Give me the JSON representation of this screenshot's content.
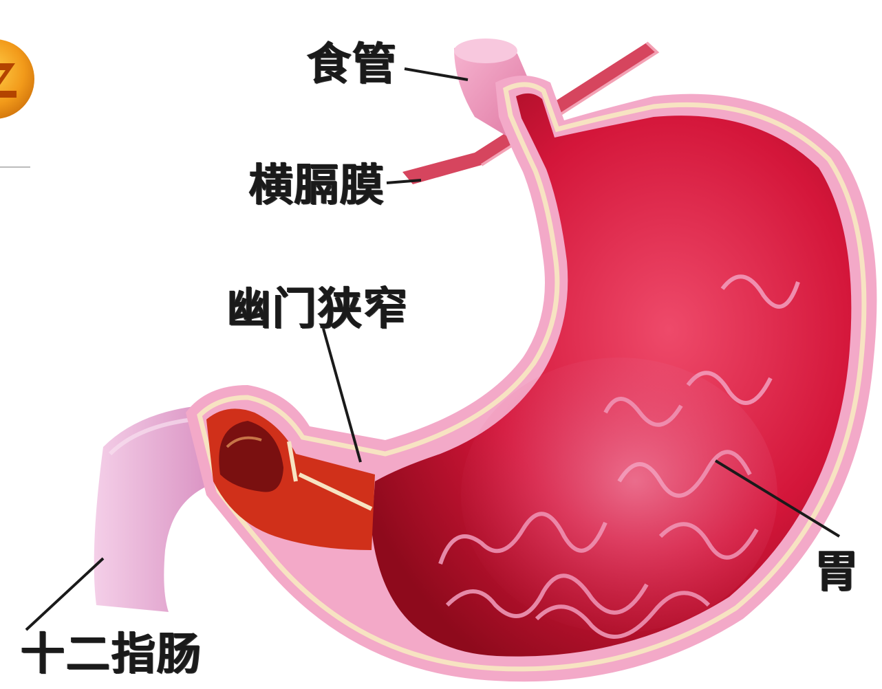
{
  "labels": {
    "esophagus": "食管",
    "diaphragm": "横膈膜",
    "pyloric_stenosis": "幽门狭窄",
    "stomach": "胃",
    "duodenum": "十二指肠"
  },
  "colors": {
    "stomach_body": "#d4163a",
    "stomach_dark": "#8e0a1c",
    "mucosa_pink": "#ef7fa6",
    "outer_wall": "#f3a9c8",
    "lining_cream": "#f7e3c2",
    "pylorus_orange": "#d0301a",
    "duodenum_pink": "#e8b0d8",
    "diaphragm_band": "#d6455e",
    "logo_orange": "#f29a1a"
  },
  "icons": {
    "corner_logo": "orange-emblem-icon"
  }
}
